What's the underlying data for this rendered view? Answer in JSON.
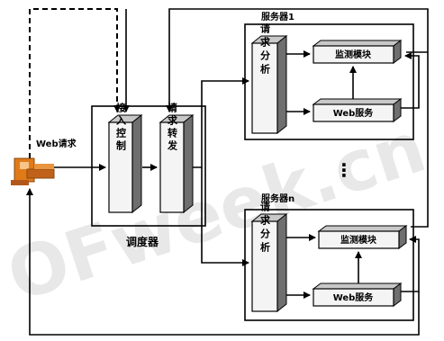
{
  "labels": {
    "web_request": "Web请求",
    "access_control": "接入控制",
    "request_forward": "请求转发",
    "scheduler": "调度器",
    "server_1": "服务器1",
    "server_n": "服务器n",
    "request_analysis_1": "请求分析",
    "request_analysis_n": "请求分析",
    "monitor_1": "监测模块",
    "monitor_n": "监测模块",
    "web_service_1": "Web服务",
    "web_service_n": "Web服务",
    "ellipsis": "⋮"
  },
  "watermark": "OFweek.cn",
  "colors": {
    "line": "#000000",
    "box_face": "#f4f4f4",
    "box_side": "#9a9a9a",
    "box_shadow": "#6f6f6f",
    "client_icon": "#e07a18"
  }
}
